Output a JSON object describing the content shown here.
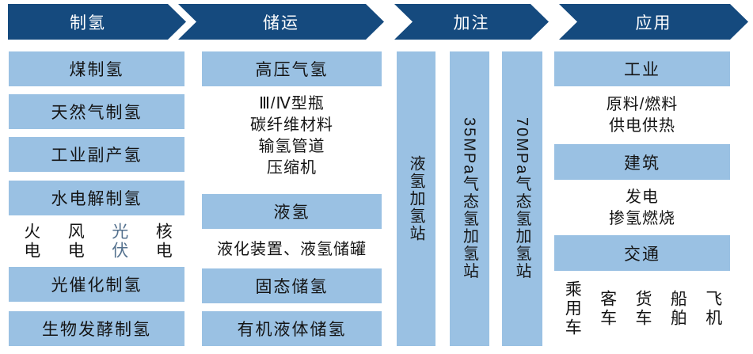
{
  "colors": {
    "dark_blue": "#154A7E",
    "light_blue": "#9AC1E3",
    "pv_label_blue": "#54718E",
    "text": "#141414",
    "header_text": "#FFFFFF"
  },
  "stages": {
    "production": "制氢",
    "storage": "储运",
    "refueling": "加注",
    "application": "应用"
  },
  "production": {
    "box_coal": "煤制氢",
    "box_natural_gas": "天然气制氢",
    "box_industrial_byproduct": "工业副产氢",
    "box_water_electrolysis": "水电解制氢",
    "power_thermal": "火电",
    "power_wind": "风电",
    "power_pv": "光伏",
    "power_nuclear": "核电",
    "box_photocatalytic": "光催化制氢",
    "box_biofermentation": "生物发酵制氢"
  },
  "storage": {
    "box_high_pressure_gas": "高压气氢",
    "note_bottle": "Ⅲ/Ⅳ型瓶",
    "note_carbon_fiber": "碳纤维材料",
    "note_pipeline": "输氢管道",
    "note_compressor": "压缩机",
    "box_liquid": "液氢",
    "note_liquid": "液化装置、液氢储罐",
    "box_solid": "固态储氢",
    "box_organic": "有机液体储氢"
  },
  "refueling": {
    "station_liquid": "液氢加氢站",
    "station_35mpa": "35MPa气态氢加氢站",
    "station_70mpa": "70MPa气态氢加氢站"
  },
  "application": {
    "box_industry": "工业",
    "note_industry_line1": "原料/燃料",
    "note_industry_line2": "供电供热",
    "box_building": "建筑",
    "note_building_line1": "发电",
    "note_building_line2": "掺氢燃烧",
    "box_transport": "交通",
    "vehicle_passenger": "乘用车",
    "vehicle_bus": "客车",
    "vehicle_truck": "货车",
    "vehicle_ship": "船舶",
    "vehicle_aircraft": "飞机"
  }
}
